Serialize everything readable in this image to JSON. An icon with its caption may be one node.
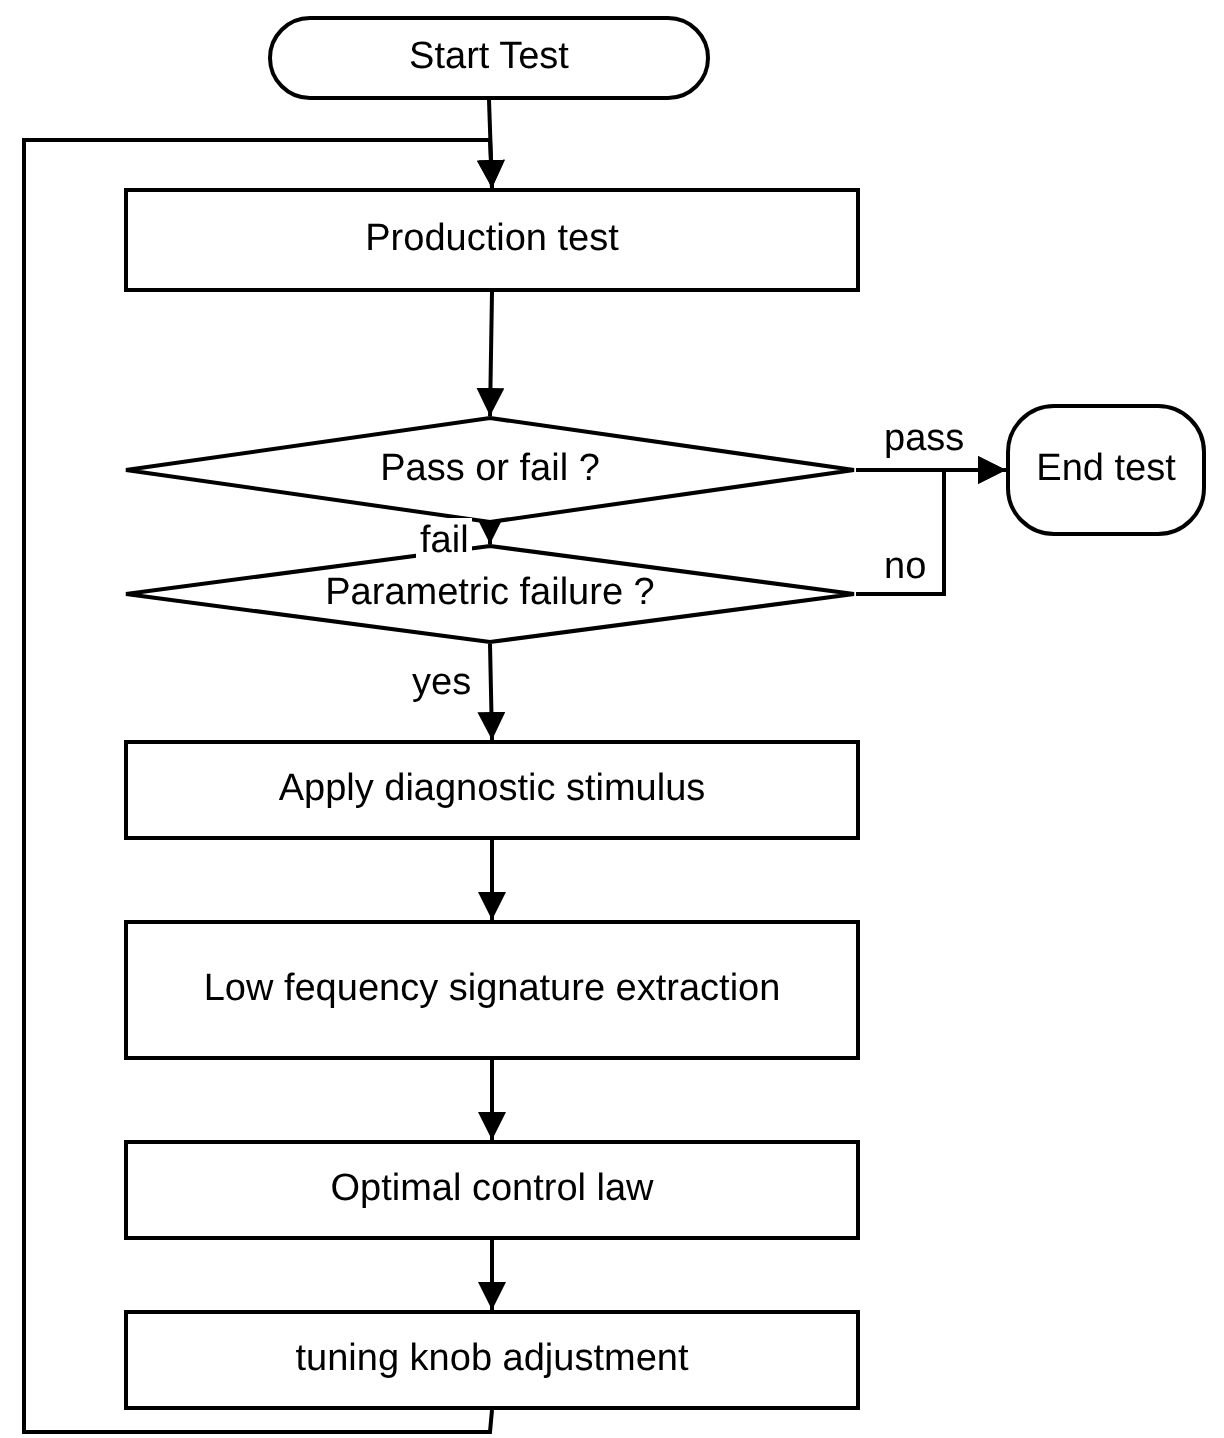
{
  "diagram": {
    "nodes": [
      {
        "text": [
          "Start Test"
        ]
      },
      {
        "text": [
          "Production test"
        ]
      },
      {
        "text": [
          "Pass or fail ?"
        ]
      },
      {
        "text": [
          "End test"
        ]
      },
      {
        "text": [
          "Parametric failure ?"
        ]
      },
      {
        "text": [
          "Apply diagnostic stimulus"
        ]
      },
      {
        "text": [
          "Low fequency signature extraction"
        ]
      },
      {
        "text": [
          "Optimal control law"
        ]
      },
      {
        "text": [
          "tuning knob adjustment"
        ]
      }
    ],
    "edges": [
      {
        "from": 0,
        "to": 1,
        "arrow": "to"
      },
      {
        "from": 1,
        "to": 2,
        "arrow": "to"
      },
      {
        "from": 2,
        "to": 3,
        "arrow": "to",
        "label": "pass"
      },
      {
        "from": 2,
        "to": 4,
        "arrow": "to",
        "label": "fail"
      },
      {
        "from": 4,
        "to": 3,
        "arrow": "to",
        "label": "no"
      },
      {
        "from": 4,
        "to": 5,
        "arrow": "to",
        "label": "yes"
      },
      {
        "from": 5,
        "to": 6,
        "arrow": "to"
      },
      {
        "from": 6,
        "to": 7,
        "arrow": "to"
      },
      {
        "from": 7,
        "to": 8,
        "arrow": "to"
      },
      {
        "from": 8,
        "to": 1,
        "arrow": "to"
      }
    ]
  }
}
